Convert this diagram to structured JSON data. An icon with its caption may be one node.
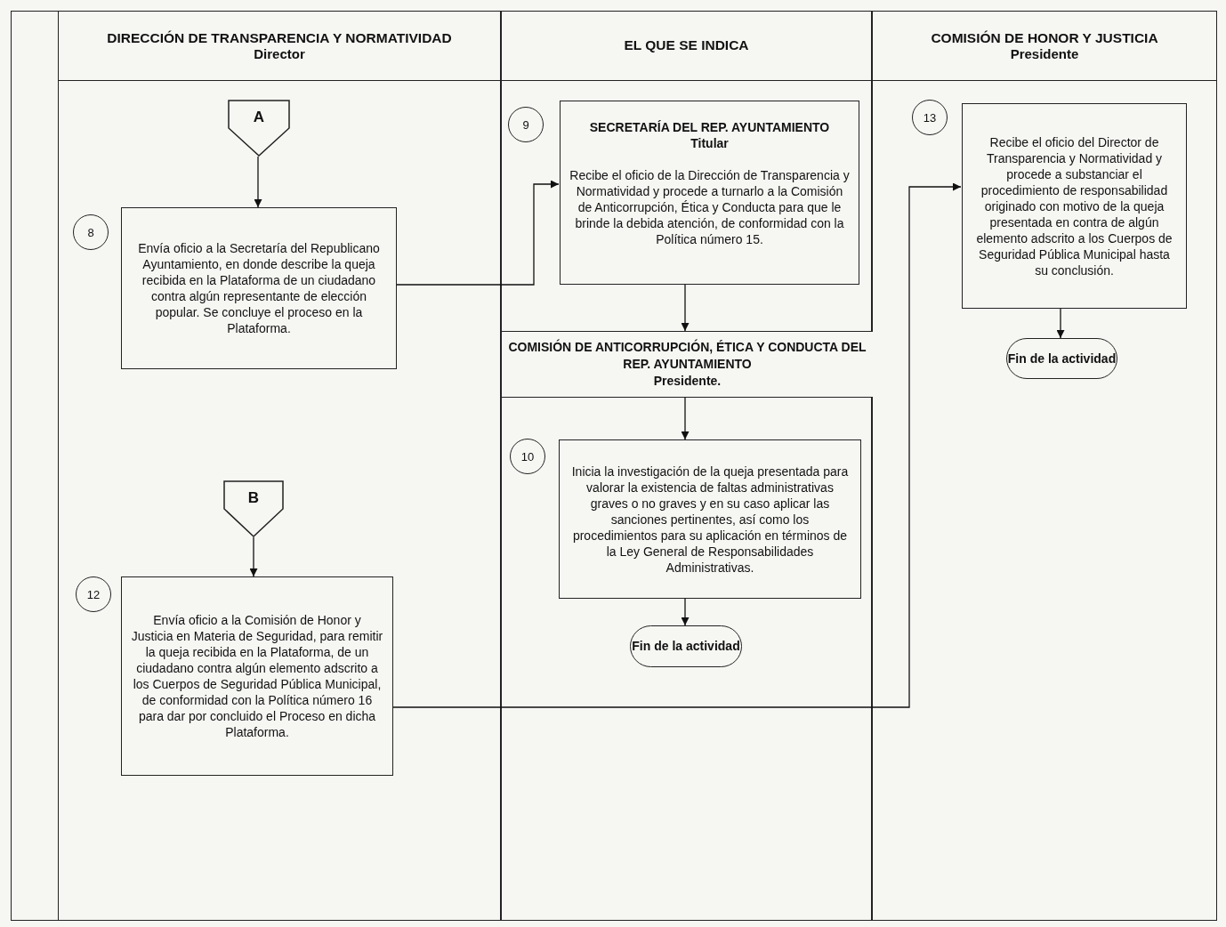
{
  "diagram": {
    "nodes": [
      {
        "text": [
          "DIRECCIÓN DE TRANSPARENCIA Y NORMATIVIDAD",
          "Director"
        ]
      },
      {
        "text": [
          "A"
        ],
        "in": 0
      },
      {
        "text": [
          "8"
        ],
        "in": 0
      },
      {
        "text": [
          "Envía oficio a la Secretaría del Republicano Ayuntamiento, en donde describe la queja recibida en la Plataforma de un ciudadano contra algún representante de elección popular. Se concluye el proceso en la Plataforma."
        ],
        "in": 0
      },
      {
        "text": [
          "B"
        ],
        "in": 0
      },
      {
        "text": [
          "12"
        ],
        "in": 0
      },
      {
        "text": [
          "Envía oficio a la Comisión de Honor y Justicia en Materia de Seguridad, para remitir la queja recibida en la Plataforma, de un ciudadano contra algún elemento adscrito a los Cuerpos de Seguridad Pública Municipal, de conformidad con la Política número 16 para dar por concluido el Proceso en dicha Plataforma."
        ],
        "in": 0
      },
      {
        "text": [
          "EL QUE SE INDICA"
        ]
      },
      {
        "text": [
          "9"
        ],
        "in": 7
      },
      {
        "text": [
          "SECRETARÍA DEL REP. AYUNTAMIENTO",
          "Titular",
          "Recibe el oficio de la Dirección de Transparencia y Normatividad y procede a turnarlo a la Comisión de Anticorrupción, Ética y Conducta para que le brinde la debida atención, de conformidad con la Política número 15."
        ],
        "in": 7
      },
      {
        "text": [
          "COMISIÓN DE ANTICORRUPCIÓN, ÉTICA Y CONDUCTA DEL REP. AYUNTAMIENTO",
          "Presidente."
        ],
        "in": 7
      },
      {
        "text": [
          "10"
        ],
        "in": 7
      },
      {
        "text": [
          "Inicia la investigación de la queja presentada para valorar la existencia de faltas administrativas graves o no graves y en su caso aplicar las sanciones pertinentes, así como los procedimientos para su aplicación en términos de la Ley General de Responsabilidades Administrativas."
        ],
        "in": 7
      },
      {
        "text": [
          "Fin de la actividad"
        ],
        "in": 7
      },
      {
        "text": [
          "COMISIÓN DE HONOR Y JUSTICIA",
          "Presidente"
        ]
      },
      {
        "text": [
          "13"
        ],
        "in": 14
      },
      {
        "text": [
          "Recibe el oficio del Director de Transparencia y Normatividad y procede a substanciar el procedimiento de responsabilidad originado con motivo de la queja presentada en contra de algún elemento adscrito a los Cuerpos de Seguridad Pública Municipal hasta su conclusión."
        ],
        "in": 14
      },
      {
        "text": [
          "Fin de la actividad"
        ],
        "in": 14
      }
    ],
    "edges": [
      {
        "from": 1,
        "to": 3,
        "arrow": "to"
      },
      {
        "from": 3,
        "to": 9,
        "arrow": "to"
      },
      {
        "from": 9,
        "to": 10,
        "arrow": "to"
      },
      {
        "from": 10,
        "to": 12,
        "arrow": "to"
      },
      {
        "from": 12,
        "to": 13,
        "arrow": "to"
      },
      {
        "from": 4,
        "to": 6,
        "arrow": "to"
      },
      {
        "from": 6,
        "to": 16,
        "arrow": "to"
      },
      {
        "from": 16,
        "to": 17,
        "arrow": "to"
      }
    ]
  }
}
